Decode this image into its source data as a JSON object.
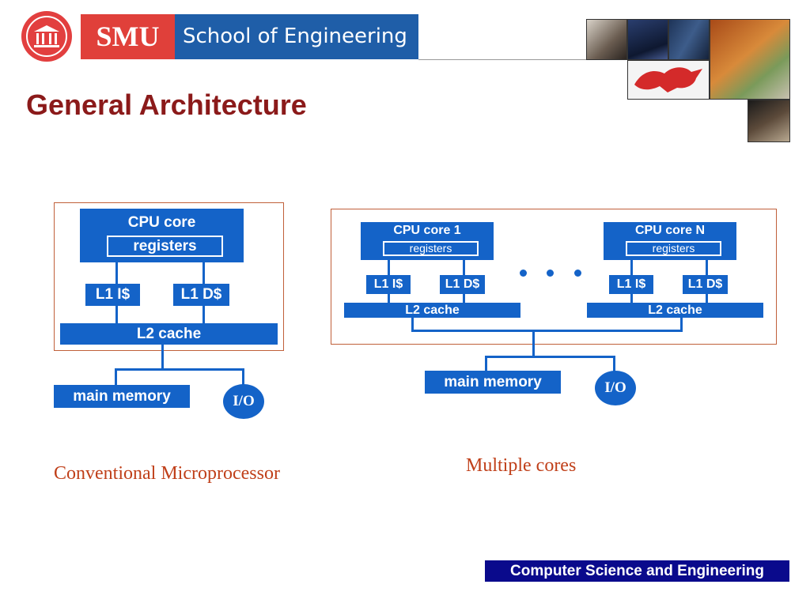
{
  "header": {
    "logo_text": "SMU",
    "school_text": "School of Engineering"
  },
  "slide": {
    "title": "General Architecture"
  },
  "conventional": {
    "cpu_core": "CPU core",
    "registers": "registers",
    "l1_i": "L1 I$",
    "l1_d": "L1 D$",
    "l2": "L2 cache",
    "main_memory": "main memory",
    "io": "I/O",
    "caption": "Conventional Microprocessor"
  },
  "multicore": {
    "core1": "CPU core 1",
    "coreN": "CPU core N",
    "registers": "registers",
    "l1_i": "L1 I$",
    "l1_d": "L1 D$",
    "l2": "L2 cache",
    "main_memory": "main memory",
    "io": "I/O",
    "caption": "Multiple cores"
  },
  "footer": {
    "text": "Computer Science and Engineering"
  },
  "colors": {
    "diagram_blue": "#1463c8",
    "title_red": "#8b1a1a",
    "caption_orange": "#c0401a",
    "footer_navy": "#0a0a8c"
  }
}
